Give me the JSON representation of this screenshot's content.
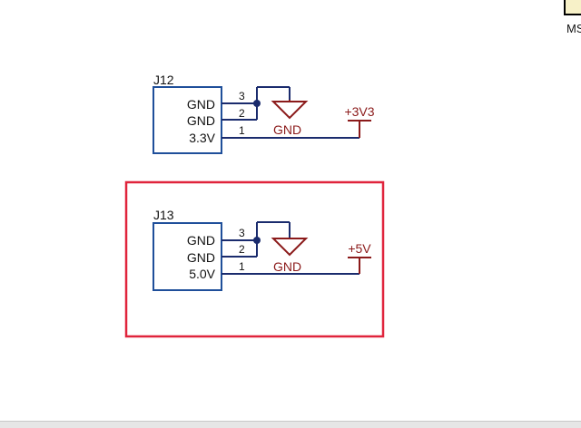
{
  "colors": {
    "component_outline": "#1f4f9a",
    "wire": "#1a2b6d",
    "power_symbol": "#8b1a1a",
    "highlight_box": "#e0243c",
    "text_black": "#111111",
    "sheet_edge": "#000000",
    "corner_fill": "#f7f1c8"
  },
  "corner": {
    "label": "MS"
  },
  "connectors": [
    {
      "ref": "J12",
      "pin_labels": [
        "GND",
        "GND",
        "3.3V"
      ],
      "pin_numbers": [
        "3",
        "2",
        "1"
      ],
      "ground_label": "GND",
      "power_label": "+3V3",
      "highlighted": false
    },
    {
      "ref": "J13",
      "pin_labels": [
        "GND",
        "GND",
        "5.0V"
      ],
      "pin_numbers": [
        "3",
        "2",
        "1"
      ],
      "ground_label": "GND",
      "power_label": "+5V",
      "highlighted": true
    }
  ]
}
